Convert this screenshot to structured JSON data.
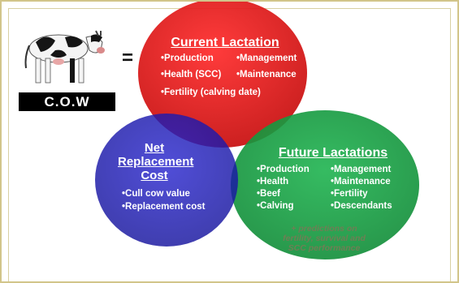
{
  "equals_sign": "=",
  "cow_badge": "C.O.W",
  "current_lactation": {
    "title": "Current Lactation",
    "items": [
      "•Production",
      "•Management",
      "•Health (SCC)",
      "•Maintenance",
      "•Fertility (calving date)"
    ]
  },
  "net_replacement_cost": {
    "title_lines": [
      "Net",
      "Replacement",
      "Cost"
    ],
    "items": [
      "•Cull cow value",
      "•Replacement cost"
    ]
  },
  "future_lactations": {
    "title": "Future Lactations",
    "items": [
      "•Production",
      "•Management",
      "•Health",
      "•Maintenance",
      "•Beef",
      "•Fertility",
      "•Calving",
      "•Descendants"
    ],
    "note_lines": [
      "+ predictions on",
      "fertility, survival and",
      "SCC performance"
    ]
  },
  "colors": {
    "red_circle": "#e01818",
    "blue_circle": "#1c1ab4",
    "green_circle": "#16a244",
    "frame_border": "#d2c58a"
  },
  "icons": [
    "cow-icon"
  ]
}
